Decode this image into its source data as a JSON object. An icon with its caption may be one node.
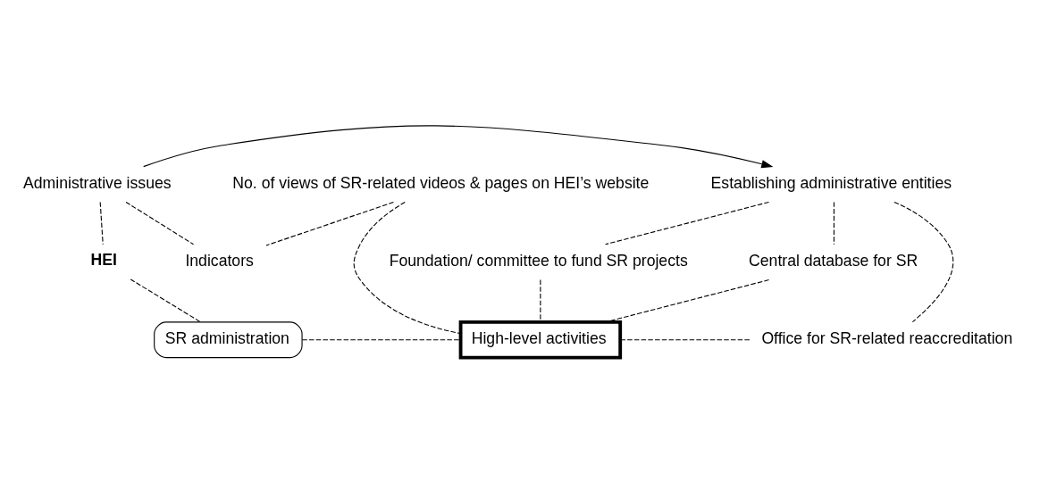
{
  "diagram": {
    "nodes": [
      {
        "text": [
          "Administrative issues"
        ]
      },
      {
        "text": [
          "Establishing administrative entities"
        ]
      },
      {
        "text": [
          "HEI"
        ]
      },
      {
        "text": [
          "No. of views of SR-related videos & pages on HEI’s website"
        ]
      },
      {
        "text": [
          "Central database for SR"
        ]
      },
      {
        "text": [
          "Foundation/ committee to fund SR projects"
        ]
      },
      {
        "text": [
          "Indicators"
        ]
      },
      {
        "text": [
          "SR administration"
        ]
      },
      {
        "text": [
          "High-level activities"
        ]
      },
      {
        "text": [
          "Office for SR-related reaccreditation"
        ]
      }
    ],
    "edges": [
      {
        "from": 0,
        "to": 1,
        "arrow": "to"
      },
      {
        "from": 0,
        "to": 2,
        "arrow": "none",
        "style": "dashed"
      },
      {
        "from": 0,
        "to": 6,
        "arrow": "none",
        "style": "dashed"
      },
      {
        "from": 3,
        "to": 6,
        "arrow": "none",
        "style": "dashed"
      },
      {
        "from": 3,
        "to": 8,
        "arrow": "none",
        "style": "dashed"
      },
      {
        "from": 1,
        "to": 4,
        "arrow": "none",
        "style": "dashed"
      },
      {
        "from": 1,
        "to": 5,
        "arrow": "none",
        "style": "dashed"
      },
      {
        "from": 1,
        "to": 9,
        "arrow": "none",
        "style": "dashed"
      },
      {
        "from": 2,
        "to": 7,
        "arrow": "none",
        "style": "dashed"
      },
      {
        "from": 4,
        "to": 8,
        "arrow": "none",
        "style": "dashed"
      },
      {
        "from": 5,
        "to": 8,
        "arrow": "none",
        "style": "dashed"
      },
      {
        "from": 7,
        "to": 8,
        "arrow": "none",
        "style": "dashed"
      },
      {
        "from": 8,
        "to": 9,
        "arrow": "none",
        "style": "dashed"
      }
    ]
  }
}
